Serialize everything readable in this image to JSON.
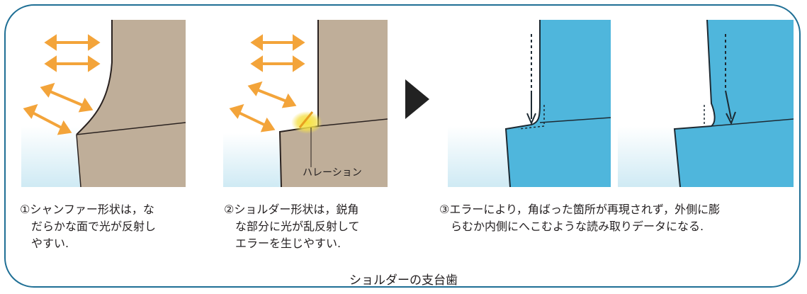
{
  "figure": {
    "title": "ショルダーの支台歯",
    "halation_label": "ハレーション"
  },
  "captions": [
    {
      "id": "chamfer",
      "text": "①シャンファー形状は，な\n　だらかな面で光が反射し\n　やすい."
    },
    {
      "id": "shoulder",
      "text": "②ショルダー形状は，鋭角\n　な部分に光が乱反射して\n　エラーを生じやすい."
    },
    {
      "id": "error",
      "text": "③エラーにより，角ばった箇所が再現されず，外側に膨\n　らむか内側にへこむような読み取りデータになる."
    }
  ],
  "colors": {
    "frame": "#1f6f95",
    "tooth": "#bfae99",
    "tooth_edge": "#2a2220",
    "arrow": "#f3a43a",
    "glare": "#f5e04a",
    "scan": "#4fb6dc",
    "water": "#d6eef6",
    "play_icon": "#222222"
  },
  "icons": [
    "double-arrow-icon",
    "play-triangle-icon",
    "down-arrow-icon"
  ]
}
